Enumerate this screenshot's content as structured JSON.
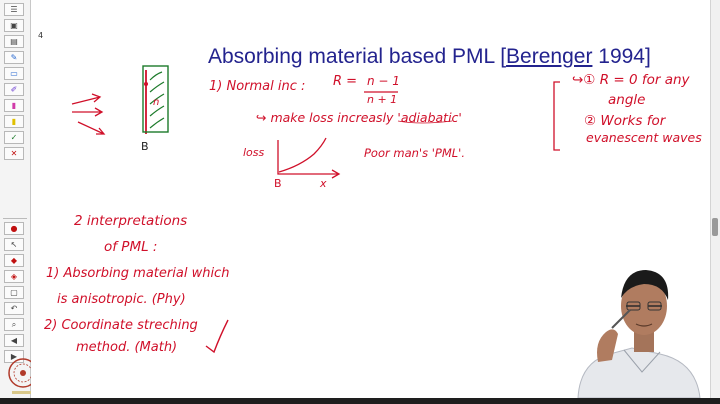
{
  "page_number": "4",
  "title": {
    "prefix": "Absorbing material based PML [",
    "author": "Berenger",
    "suffix": " 1994]"
  },
  "notes": {
    "normal_inc": "1) Normal inc :",
    "r_eq": "R =",
    "r_num": "n − 1",
    "r_den": "n + 1",
    "adiabatic": "↪ make loss increasly 'adiabatic'",
    "loss_label": "loss",
    "b_axis": "B",
    "x_axis": "x",
    "poor_mans": "Poor man's 'PML'.",
    "b_label": "B",
    "n_label": "n",
    "r_zero": "↪① R = 0  for any",
    "angle": "angle",
    "works_for": "② Works for",
    "evanescent": "evanescent waves",
    "interp_1": "2 interpretations",
    "interp_2": "of PML :",
    "absorb_1": "1) Absorbing material which",
    "absorb_2": "is anisotropic. (Phy)",
    "coord_1": "2) Coordinate streching",
    "coord_2": "method.    (Math)"
  },
  "colors": {
    "ink_red": "#d0102a",
    "ink_green": "#1c7a2a",
    "title_blue": "#23238e"
  },
  "toolbar_icons": [
    "mouse-icon",
    "save-icon",
    "save-as-icon",
    "pen-icon",
    "highlighter-icon",
    "pen-blue-icon",
    "color-pink-icon",
    "color-yellow-icon",
    "check-icon",
    "clear-icon",
    "red-disk-icon",
    "pointer-icon",
    "eraser-icon",
    "eraser-alt-icon",
    "zoom-icon",
    "undo-icon",
    "fit-icon",
    "prev-page-icon",
    "next-page-icon"
  ]
}
